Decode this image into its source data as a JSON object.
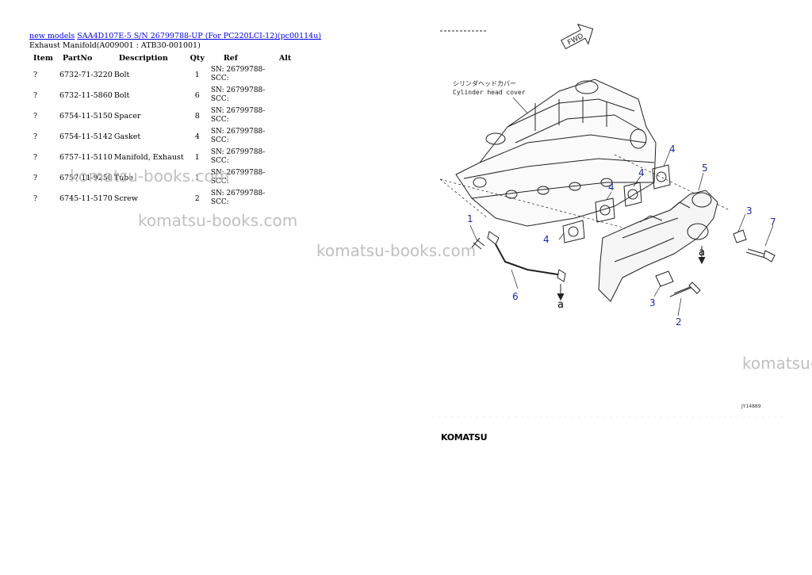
{
  "breadcrumb": {
    "link1": "new models",
    "link2": "SAA4D107E-5 S/N 26799788-UP (For PC220LCI-12)(pc00114u)"
  },
  "subtitle": "Exhaust Manifold(A009001 : ATB30-001001)",
  "table": {
    "headers": [
      "Item",
      "PartNo",
      "Description",
      "Qty",
      "Ref",
      "Alt"
    ],
    "rows": [
      {
        "item": "?",
        "part": "6732-71-3220",
        "desc": "Bolt",
        "qty": "1",
        "ref": "SN: 26799788-SCC:"
      },
      {
        "item": "?",
        "part": "6732-11-5860",
        "desc": "Bolt",
        "qty": "6",
        "ref": "SN: 26799788-SCC:"
      },
      {
        "item": "?",
        "part": "6754-11-5150",
        "desc": "Spacer",
        "qty": "8",
        "ref": "SN: 26799788-SCC:"
      },
      {
        "item": "?",
        "part": "6754-11-5142",
        "desc": "Gasket",
        "qty": "4",
        "ref": "SN: 26799788-SCC:"
      },
      {
        "item": "?",
        "part": "6757-11-5110",
        "desc": "Manifold, Exhaust",
        "qty": "1",
        "ref": "SN: 26799788-SCC:"
      },
      {
        "item": "?",
        "part": "6757-11-9250",
        "desc": "Tube",
        "qty": "1",
        "ref": "SN: 26799788-SCC:"
      },
      {
        "item": "?",
        "part": "6745-11-5170",
        "desc": "Screw",
        "qty": "2",
        "ref": "SN: 26799788-SCC:"
      }
    ]
  },
  "watermark": "komatsu-books.com",
  "diagram": {
    "label_jp": "シリンダヘッドカバー",
    "label_en": "Cylinder head cover",
    "fwd": "FWD",
    "callouts": [
      "1",
      "2",
      "3",
      "3",
      "4",
      "4",
      "4",
      "4",
      "5",
      "6",
      "7"
    ],
    "ref_letter": "a",
    "drawing_id": "JY14889",
    "logo": "KOMATSU"
  }
}
